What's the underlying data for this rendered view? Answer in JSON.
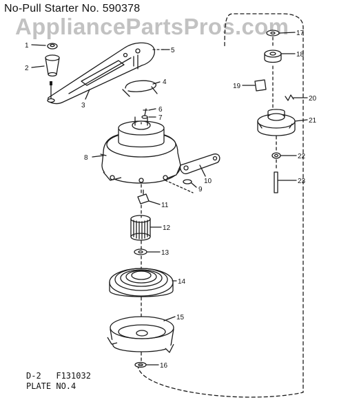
{
  "header": {
    "title": "No-Pull Starter No. 590378",
    "watermark": "AppliancePartsPros.com"
  },
  "footer": {
    "line1": "D-2   F131032",
    "line2": "PLATE NO.4"
  },
  "callouts": [
    {
      "id": "1",
      "label": "1"
    },
    {
      "id": "2",
      "label": "2"
    },
    {
      "id": "3",
      "label": "3"
    },
    {
      "id": "4",
      "label": "4"
    },
    {
      "id": "5",
      "label": "5"
    },
    {
      "id": "6",
      "label": "6"
    },
    {
      "id": "7",
      "label": "7"
    },
    {
      "id": "8",
      "label": "8"
    },
    {
      "id": "9",
      "label": "9"
    },
    {
      "id": "10",
      "label": "10"
    },
    {
      "id": "11",
      "label": "11"
    },
    {
      "id": "12",
      "label": "12"
    },
    {
      "id": "13",
      "label": "13"
    },
    {
      "id": "14",
      "label": "14"
    },
    {
      "id": "15",
      "label": "15"
    },
    {
      "id": "16",
      "label": "16"
    },
    {
      "id": "17",
      "label": "17"
    },
    {
      "id": "18",
      "label": "18"
    },
    {
      "id": "19",
      "label": "19"
    },
    {
      "id": "20",
      "label": "20"
    },
    {
      "id": "21",
      "label": "21"
    },
    {
      "id": "22",
      "label": "22"
    },
    {
      "id": "23",
      "label": "23"
    }
  ]
}
